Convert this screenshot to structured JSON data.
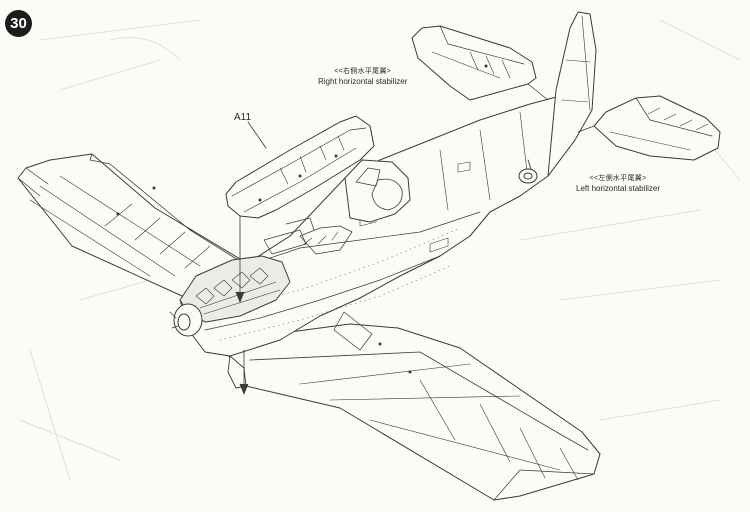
{
  "step": {
    "number": "30"
  },
  "part_label": "A11",
  "callouts": {
    "right_stabilizer": {
      "cn": "<<右側水平尾翼>",
      "en": "Right horizontal stabilizer"
    },
    "left_stabilizer": {
      "cn": "<<左側水平尾翼>",
      "en": "Left horizontal stabilizer"
    }
  },
  "colors": {
    "line": "#3a3a3a",
    "paper": "#fbfbf8",
    "badge": "#1c1c1c"
  }
}
